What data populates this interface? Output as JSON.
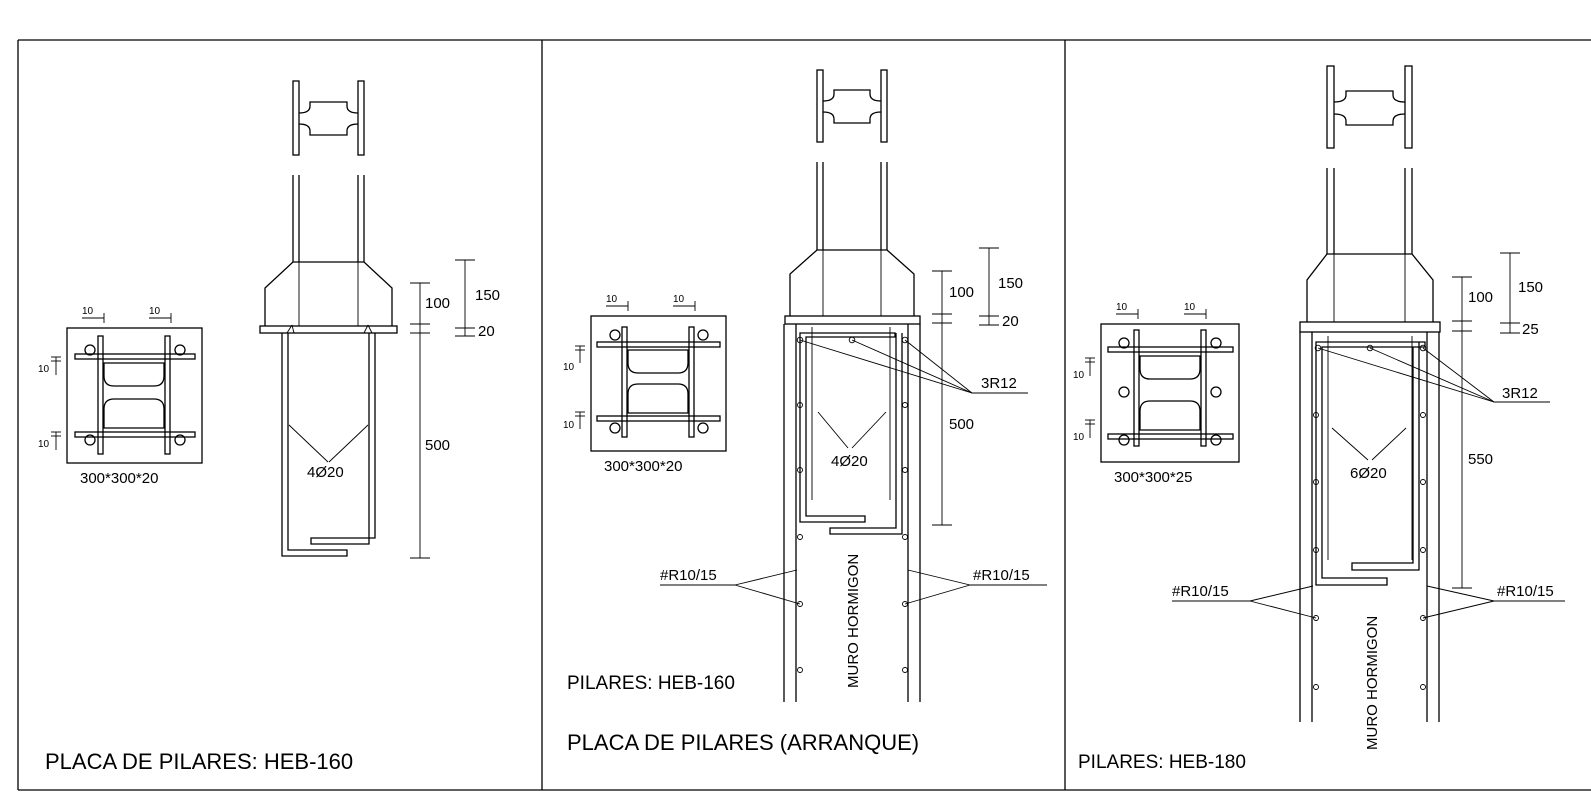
{
  "panels": [
    {
      "title": "PLACA DE PILARES: HEB-160",
      "plate_size": "300*300*20",
      "bars": "4Ø20",
      "dims": {
        "d100": "100",
        "d150": "150",
        "d20": "20",
        "d500": "500"
      },
      "tick_h": "10",
      "tick_v": "10"
    },
    {
      "title": "PLACA DE PILARES (ARRANQUE)",
      "subtitle": "PILARES: HEB-160",
      "plate_size": "300*300*20",
      "bars": "4Ø20",
      "rebar": "3R12",
      "mesh_left": "#R10/15",
      "mesh_right": "#R10/15",
      "wall": "MURO HORMIGON",
      "dims": {
        "d100": "100",
        "d150": "150",
        "d20": "20",
        "d500": "500"
      },
      "tick_h": "10",
      "tick_v": "10"
    },
    {
      "subtitle": "PILARES: HEB-180",
      "plate_size": "300*300*25",
      "bars": "6Ø20",
      "rebar": "3R12",
      "mesh_left": "#R10/15",
      "mesh_right": "#R10/15",
      "wall": "MURO HORMIGON",
      "dims": {
        "d100": "100",
        "d150": "150",
        "d25": "25",
        "d550": "550"
      },
      "tick_h": "10",
      "tick_v": "10"
    }
  ]
}
